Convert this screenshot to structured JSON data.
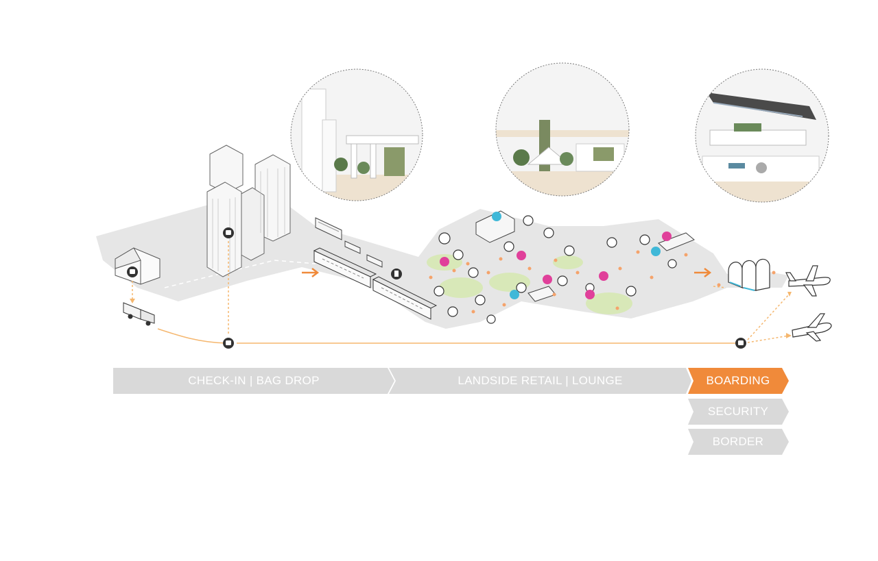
{
  "stages": {
    "checkin": "CHECK-IN | BAG DROP",
    "landside": "LANDSIDE RETAIL  |  LOUNGE",
    "boarding": "BOARDING",
    "security": "SECURITY",
    "border": "BORDER"
  },
  "colors": {
    "accent_orange": "#f08a3a",
    "stage_gray": "#d9d9d9",
    "ground_gray": "#e6e6e6",
    "grass_green": "#d8e8b8",
    "pin_pink": "#e0409a",
    "pin_cyan": "#3fb8d8",
    "icon_dark": "#333333"
  },
  "icons": [
    "luggage-pin-icon",
    "bus-icon",
    "car-icon",
    "train-icon",
    "truck-icon",
    "house-icon",
    "airplane-icon",
    "shopping-pin-icon",
    "info-pin-icon",
    "arrow-right-icon"
  ]
}
